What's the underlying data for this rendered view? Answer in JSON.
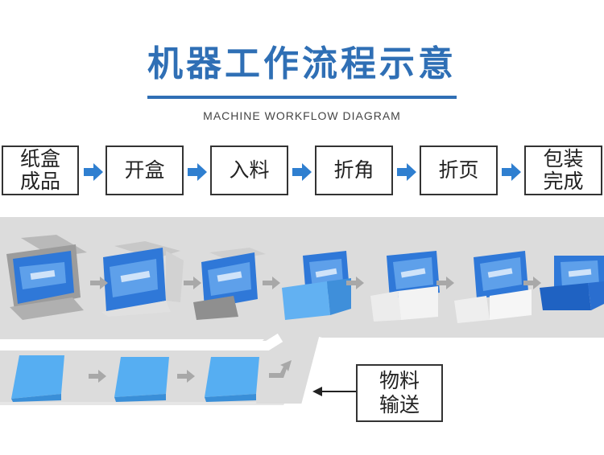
{
  "title": "机器工作流程示意",
  "subtitle": "MACHINE WORKFLOW DIAGRAM",
  "steps": [
    {
      "line1": "纸盒",
      "line2": "成品"
    },
    {
      "line1": "开盒",
      "line2": ""
    },
    {
      "line1": "入料",
      "line2": ""
    },
    {
      "line1": "折角",
      "line2": ""
    },
    {
      "line1": "折页",
      "line2": ""
    },
    {
      "line1": "包装",
      "line2": "完成"
    }
  ],
  "material_feed": {
    "line1": "物料",
    "line2": "输送"
  },
  "colors": {
    "title_blue": "#2f6fb5",
    "arrow_blue": "#2f7fd0",
    "band_gray": "#dcdcdc",
    "block_blue": "#56aef2"
  },
  "icons": {
    "flow_arrow": "right-arrow-icon",
    "stage_arrow": "gray-right-arrow-icon",
    "callout_arrow": "left-arrow-icon"
  }
}
